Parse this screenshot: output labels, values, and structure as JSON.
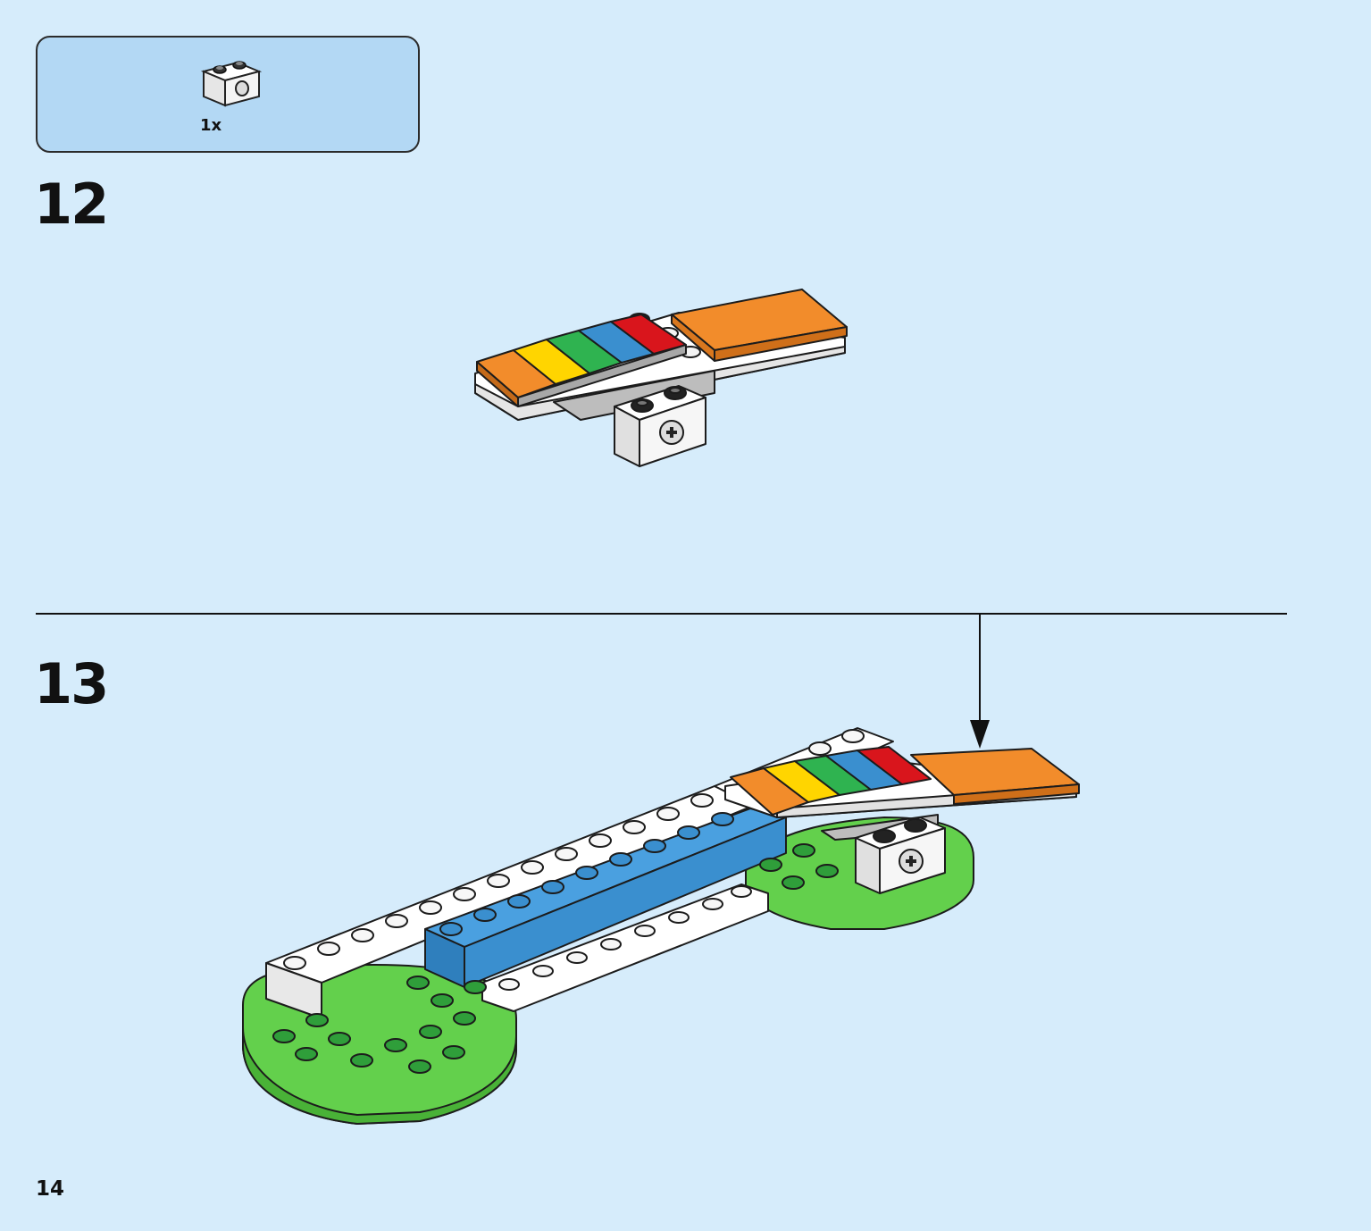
{
  "parts_list": {
    "quantity": "1x",
    "part_icon": "white-technic-brick-1x2-with-hole"
  },
  "steps": [
    {
      "number": "12"
    },
    {
      "number": "13"
    }
  ],
  "page_number": "14",
  "colors": {
    "background": "#d6ecfb",
    "callout": "#b3d8f4",
    "orange": "#f28c2b",
    "yellow": "#ffd500",
    "green": "#2fb350",
    "blue": "#3a8fcf",
    "red": "#d9151c",
    "lime": "#63d04c"
  }
}
